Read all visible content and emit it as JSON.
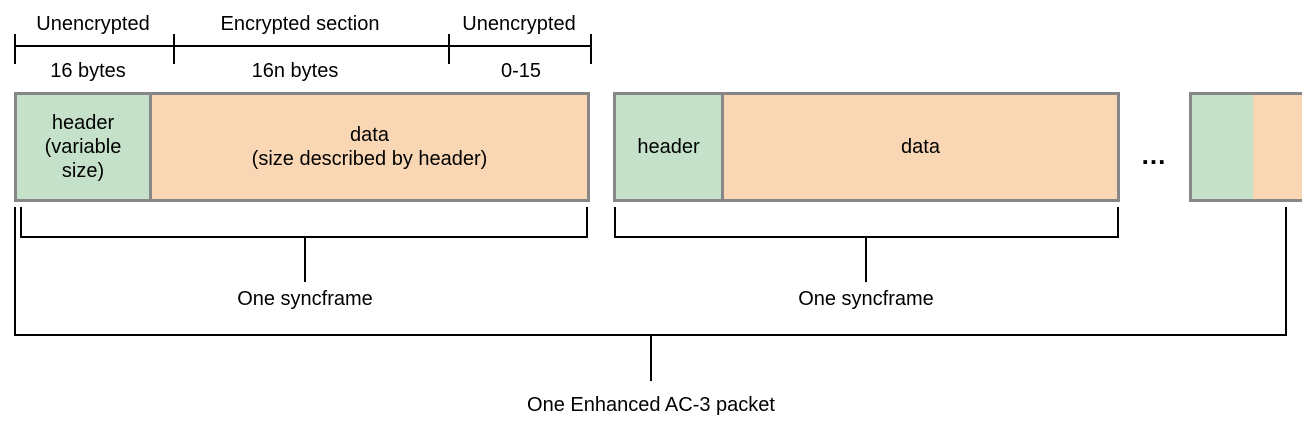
{
  "top_labels": {
    "unencrypted_left": "Unencrypted",
    "encrypted_section": "Encrypted section",
    "unencrypted_right": "Unencrypted"
  },
  "size_labels": {
    "header_size": "16 bytes",
    "encrypted_size": "16n bytes",
    "trailing_size": "0-15"
  },
  "frame1": {
    "header": "header\n(variable\nsize)",
    "data": "data\n(size described by header)"
  },
  "frame2": {
    "header": "header",
    "data": "data"
  },
  "ellipsis": "...",
  "syncframe_label_1": "One syncframe",
  "syncframe_label_2": "One syncframe",
  "packet_label": "One Enhanced AC-3 packet",
  "colors": {
    "header_fill": "#c5e1c9",
    "data_fill": "#fad7b4",
    "box_border": "#878787",
    "line": "#000000"
  }
}
